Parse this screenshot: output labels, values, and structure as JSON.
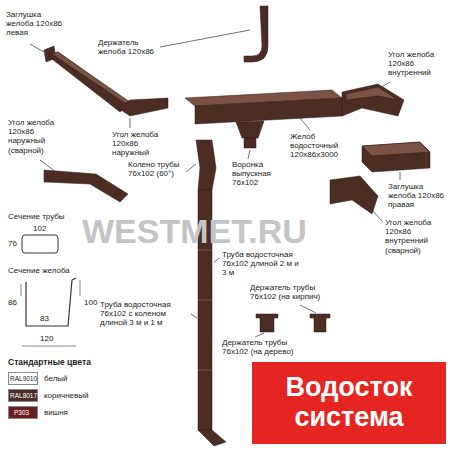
{
  "diagram": {
    "nodes": [
      {
        "text": [
          "Водосток система"
        ]
      }
    ],
    "labels": [
      "Заглушка желоба 120x86 левая",
      "Держатель желоба 120x86",
      "Угол желоба 120x86 внутренний",
      "Угол желоба 120x86 наружный",
      "Угол желоба 120x86 наружный (сварной)",
      "Колено трубы 76x102 (60°)",
      "Воронка выпускная 76x102",
      "Желоб водосточный 120x86x3000",
      "Заглушка желоба 120x86 правая",
      "Угол желоба 120x86 внутренний (сварной)",
      "Сечение трубы",
      "102",
      "76",
      "Сечение желоба",
      "86",
      "100",
      "83",
      "120",
      "Труба водосточная 76x102 длиной 2 м и 3 м",
      "Держатель трубы 76x102 (на кирпич)",
      "Держатель трубы 76x102 (на дерево)",
      "Труба водосточная 76x102 с коленом длиной 3 м и 1 м",
      "Стандартные цвета",
      "RAL9010",
      "RAL8017",
      "P303",
      "WESTMET.RU"
    ],
    "legend": [
      {
        "text": "белый",
        "color": "#ffffff"
      },
      {
        "text": "коричневый",
        "color": "#4b2d24"
      },
      {
        "text": "вишня",
        "color": "#6b1e22"
      }
    ]
  }
}
